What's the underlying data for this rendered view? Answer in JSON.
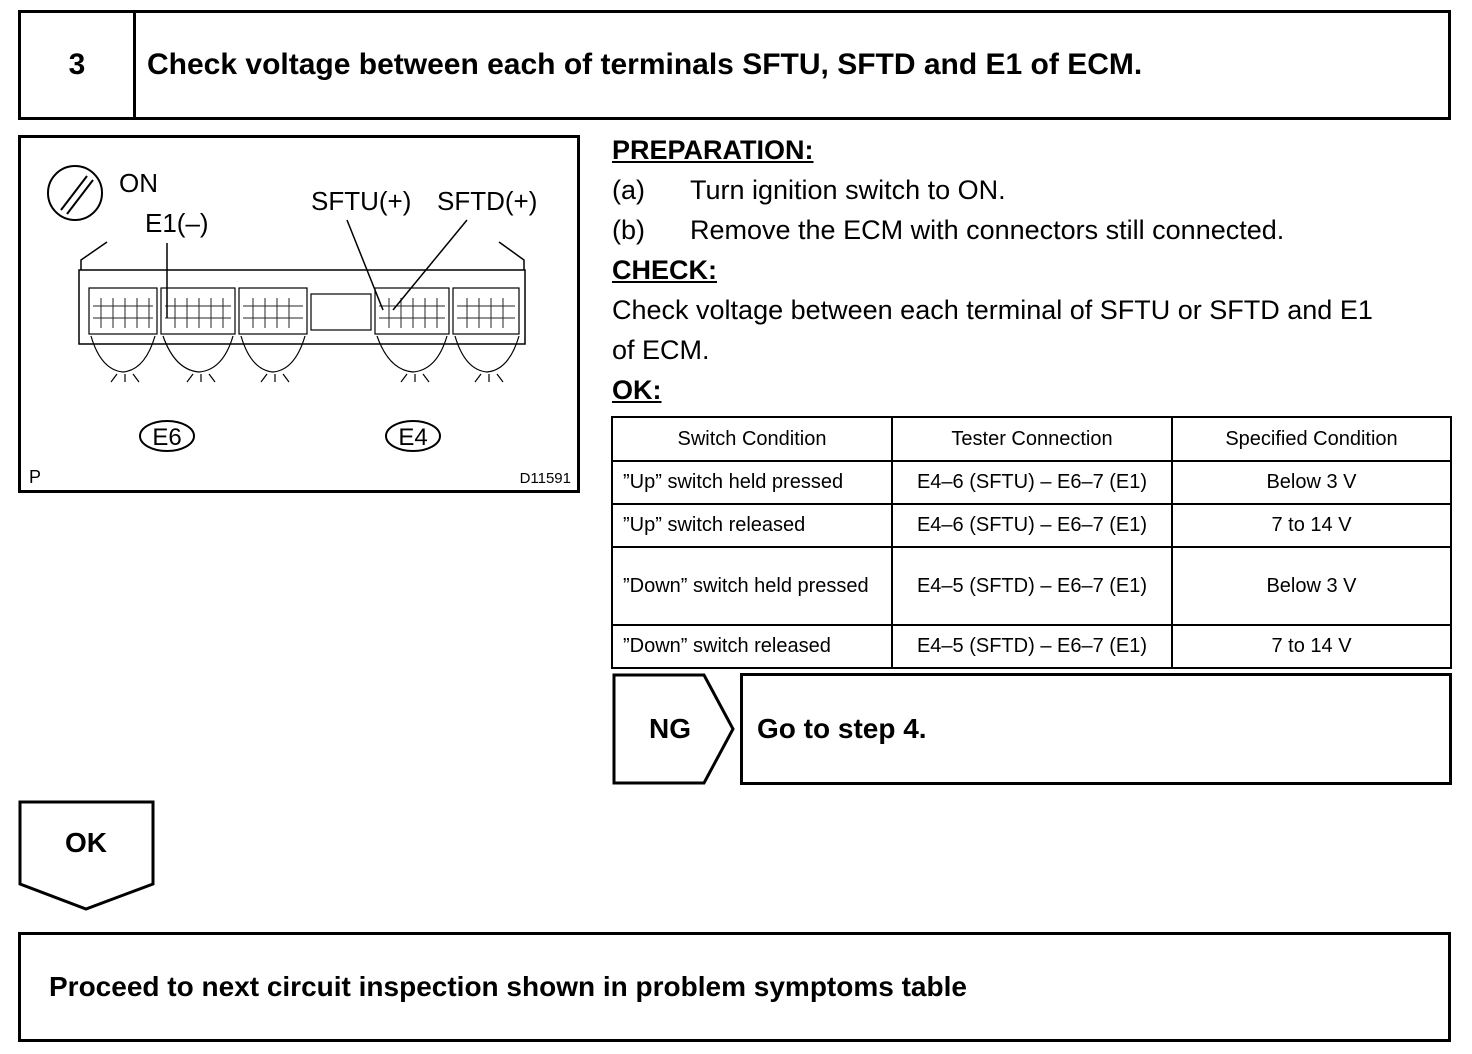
{
  "step": {
    "number": "3",
    "title": "Check voltage between each of terminals SFTU, SFTD and E1 of ECM."
  },
  "figure": {
    "on_label": "ON",
    "e1_label": "E1(–)",
    "sftu_label": "SFTU(+)",
    "sftd_label": "SFTD(+)",
    "connector_left": "E6",
    "connector_right": "E4",
    "corner_letter": "P",
    "figure_code": "D11591"
  },
  "preparation": {
    "heading": "PREPARATION:",
    "items": [
      {
        "label": "(a)",
        "text": "Turn ignition switch to ON."
      },
      {
        "label": "(b)",
        "text": "Remove the ECM with connectors still connected."
      }
    ]
  },
  "check": {
    "heading": "CHECK:",
    "line1": "Check voltage between each terminal of SFTU or SFTD and E1",
    "line2": "of ECM."
  },
  "ok_section": {
    "heading": "OK:"
  },
  "table": {
    "headers": [
      "Switch Condition",
      "Tester Connection",
      "Specified Condition"
    ],
    "rows": [
      [
        "”Up” switch held pressed",
        "E4–6 (SFTU) – E6–7 (E1)",
        "Below 3 V"
      ],
      [
        "”Up” switch released",
        "E4–6 (SFTU) – E6–7 (E1)",
        "7 to 14 V"
      ],
      [
        "”Down” switch held pressed",
        "E4–5 (SFTD) – E6–7 (E1)",
        "Below 3 V"
      ],
      [
        "”Down” switch released",
        "E4–5 (SFTD) – E6–7 (E1)",
        "7 to 14 V"
      ]
    ]
  },
  "ng": {
    "label": "NG",
    "text": "Go to step 4."
  },
  "ok": {
    "label": "OK"
  },
  "proceed": {
    "text": "Proceed to next circuit inspection shown in problem symptoms table"
  }
}
